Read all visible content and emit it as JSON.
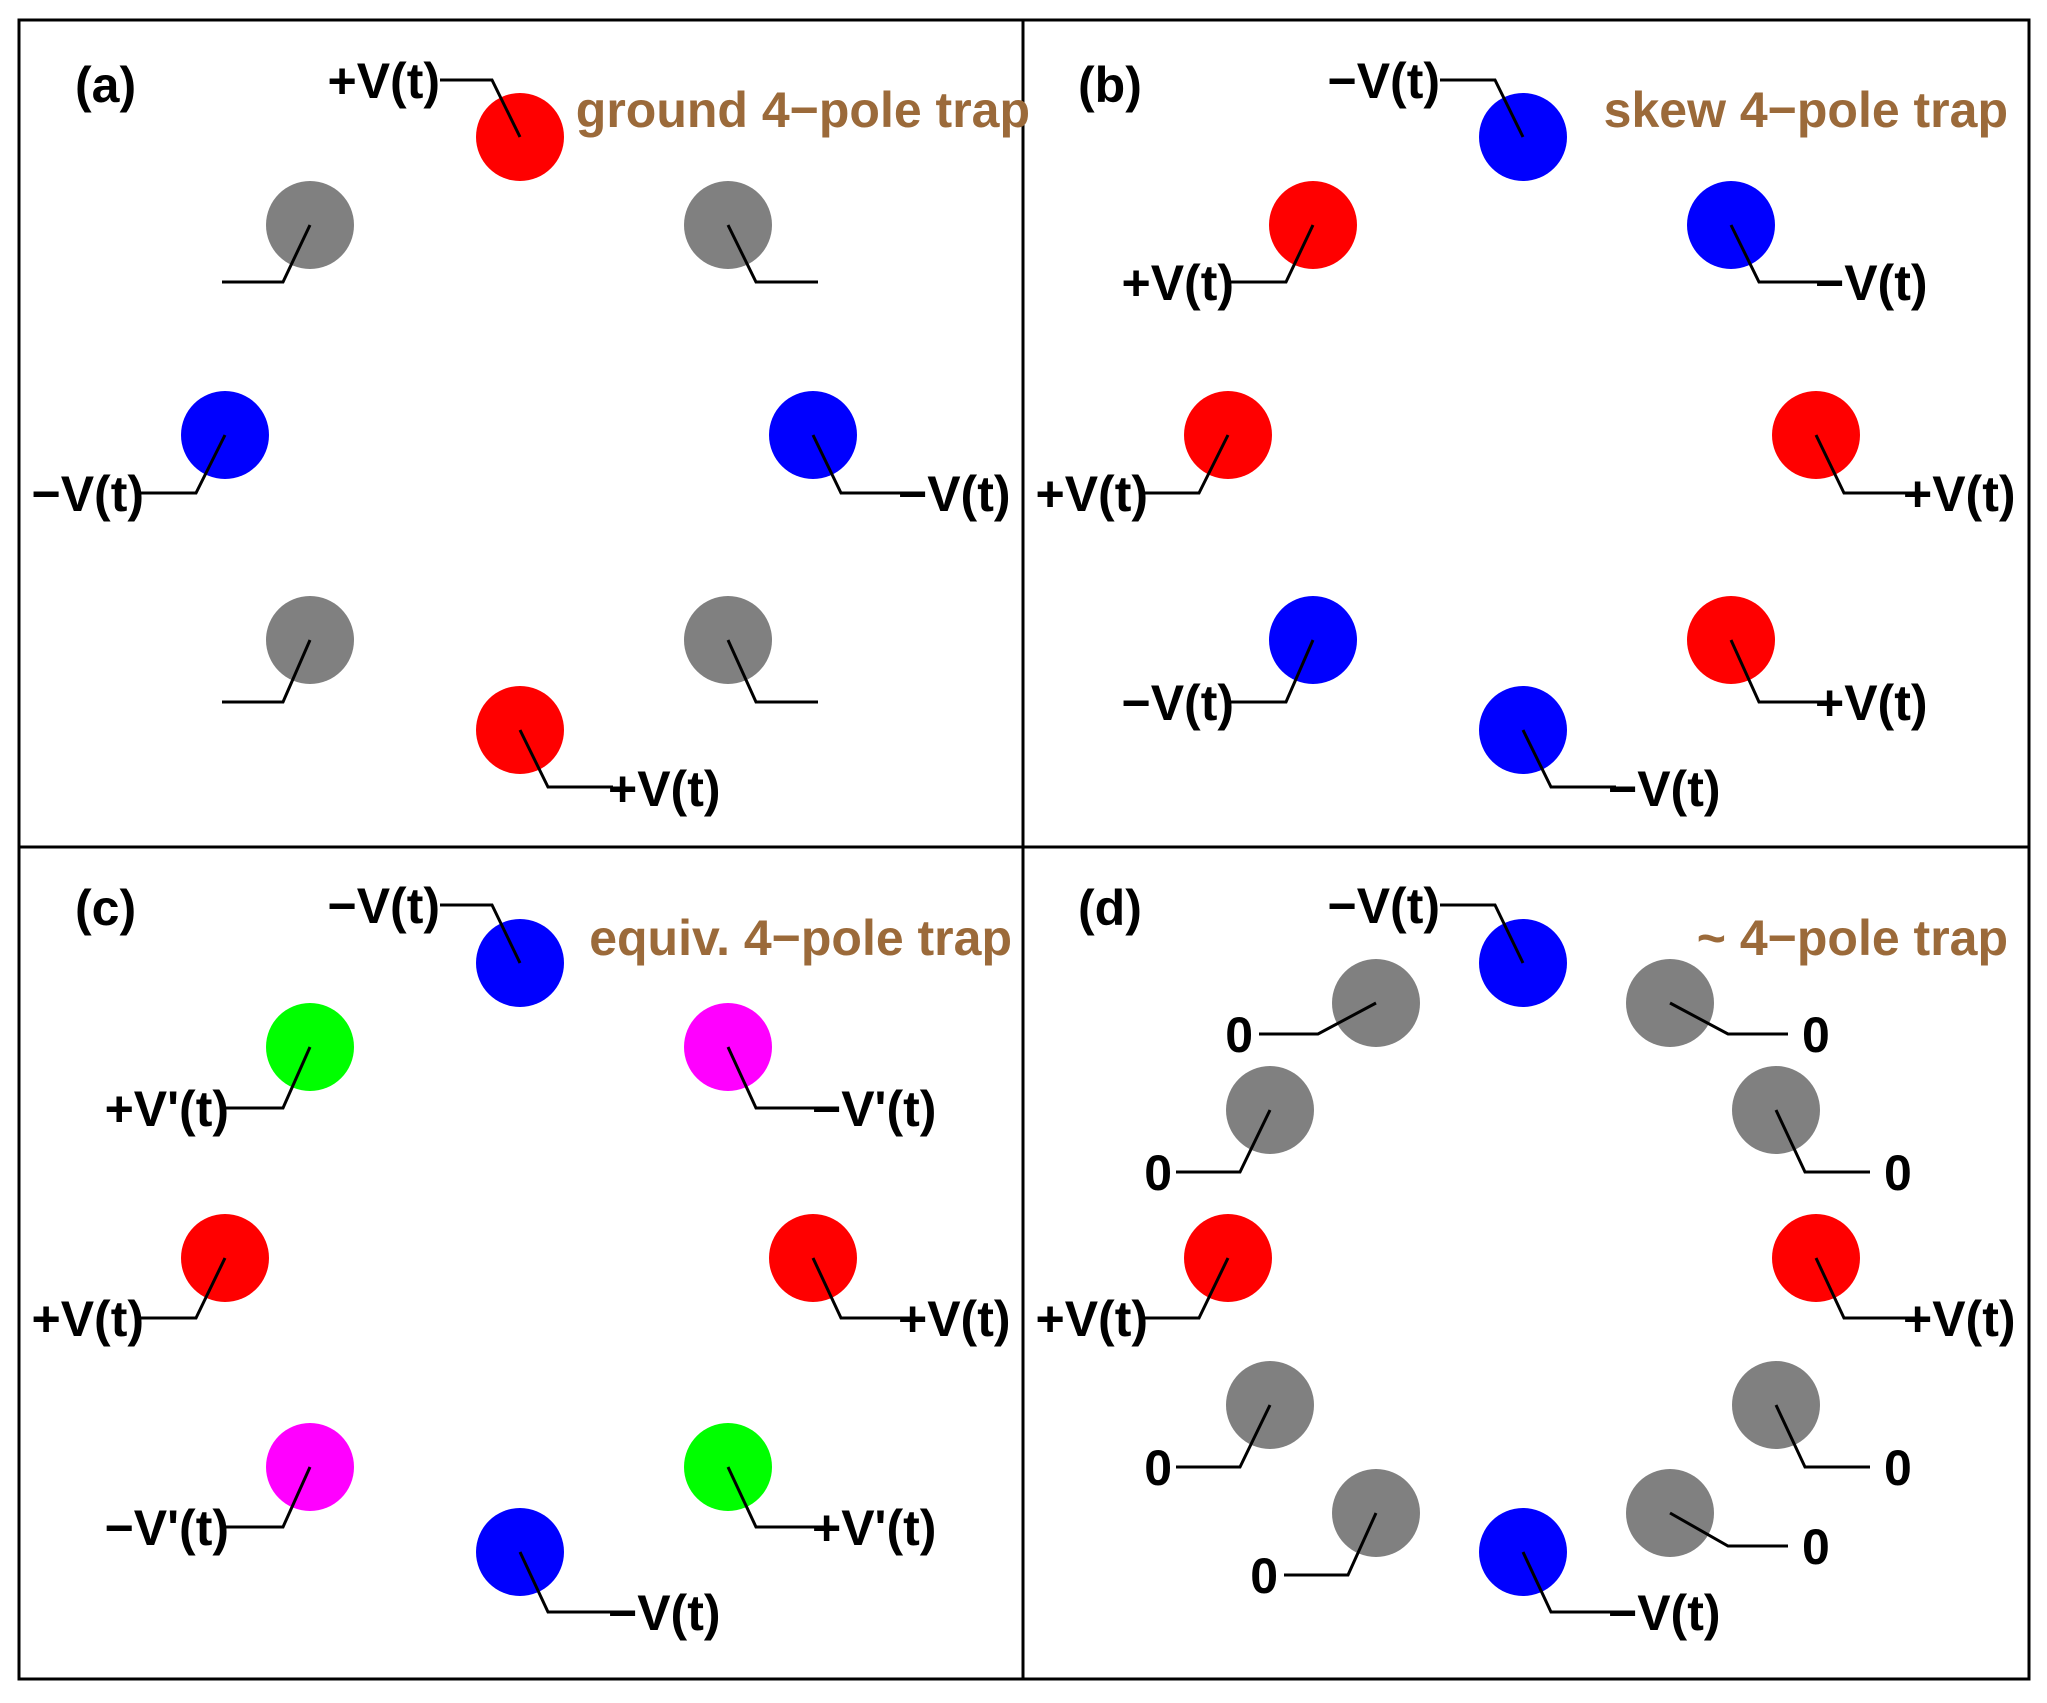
{
  "colors": {
    "red": "#ff0000",
    "blue": "#0000ff",
    "gray": "#808080",
    "green": "#00ff00",
    "magenta": "#ff00ff",
    "title": "#9b6a3a",
    "line": "#000000"
  },
  "panels": [
    {
      "id": "a",
      "tag": "(a)",
      "title": "ground 4−pole trap",
      "electrodes": [
        {
          "color": "red",
          "label": "+V(t)"
        },
        {
          "color": "gray",
          "label": ""
        },
        {
          "color": "gray",
          "label": ""
        },
        {
          "color": "blue",
          "label": "−V(t)"
        },
        {
          "color": "blue",
          "label": "−V(t)"
        },
        {
          "color": "gray",
          "label": ""
        },
        {
          "color": "gray",
          "label": ""
        },
        {
          "color": "red",
          "label": "+V(t)"
        }
      ]
    },
    {
      "id": "b",
      "tag": "(b)",
      "title": "skew 4−pole trap",
      "electrodes": [
        {
          "color": "blue",
          "label": "−V(t)"
        },
        {
          "color": "red",
          "label": "+V(t)"
        },
        {
          "color": "blue",
          "label": "−V(t)"
        },
        {
          "color": "red",
          "label": "+V(t)"
        },
        {
          "color": "red",
          "label": "+V(t)"
        },
        {
          "color": "blue",
          "label": "−V(t)"
        },
        {
          "color": "red",
          "label": "+V(t)"
        },
        {
          "color": "blue",
          "label": "−V(t)"
        }
      ]
    },
    {
      "id": "c",
      "tag": "(c)",
      "title": "equiv. 4−pole trap",
      "electrodes": [
        {
          "color": "blue",
          "label": "−V(t)"
        },
        {
          "color": "green",
          "label": "+V'(t)"
        },
        {
          "color": "magenta",
          "label": "−V'(t)"
        },
        {
          "color": "red",
          "label": "+V(t)"
        },
        {
          "color": "red",
          "label": "+V(t)"
        },
        {
          "color": "magenta",
          "label": "−V'(t)"
        },
        {
          "color": "green",
          "label": "+V'(t)"
        },
        {
          "color": "blue",
          "label": "−V(t)"
        }
      ]
    },
    {
      "id": "d",
      "tag": "(d)",
      "title": "~ 4−pole trap",
      "electrodes": [
        {
          "color": "blue",
          "label": "−V(t)"
        },
        {
          "color": "gray",
          "label": "0"
        },
        {
          "color": "gray",
          "label": "0"
        },
        {
          "color": "gray",
          "label": "0"
        },
        {
          "color": "gray",
          "label": "0"
        },
        {
          "color": "red",
          "label": "+V(t)"
        },
        {
          "color": "red",
          "label": "+V(t)"
        },
        {
          "color": "gray",
          "label": "0"
        },
        {
          "color": "gray",
          "label": "0"
        },
        {
          "color": "gray",
          "label": "0"
        },
        {
          "color": "gray",
          "label": "0"
        },
        {
          "color": "blue",
          "label": "−V(t)"
        }
      ]
    }
  ]
}
